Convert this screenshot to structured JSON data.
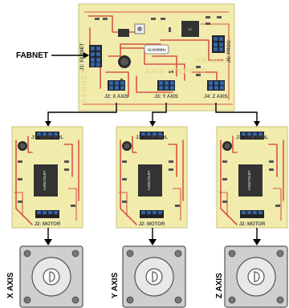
{
  "main_board": {
    "fabnet_pin_label": "J1: FABNET",
    "prog_label": "J5: PROG",
    "x_axis_header": "J2: X AXIS",
    "y_axis_header": "J3: Y AXIS",
    "z_axis_header": "J4: Z AXIS",
    "crystal_label": "16,000MHz",
    "silk_text_1": "FABNET",
    "silk_text_2": "AXIS STEPPER",
    "silk_text_3": "IEM 2013"
  },
  "fabnet_label": "FABNET",
  "drivers": [
    {
      "control_label": "J1: CONTROL",
      "motor_label": "J2: MOTOR",
      "chip_label": "A3967SLBT",
      "axis_label": "X AXIS"
    },
    {
      "control_label": "J1: CONTROL",
      "motor_label": "J2: MOTOR",
      "chip_label": "A3967SLBT",
      "axis_label": "Y AXIS"
    },
    {
      "control_label": "J1: CONTROL",
      "motor_label": "J2: MOTOR",
      "chip_label": "A3967SLBT",
      "axis_label": "Z AXIS"
    }
  ],
  "colors": {
    "board": "#f1ecac",
    "trace": "#d9534a",
    "connector": "#3b67a5"
  }
}
